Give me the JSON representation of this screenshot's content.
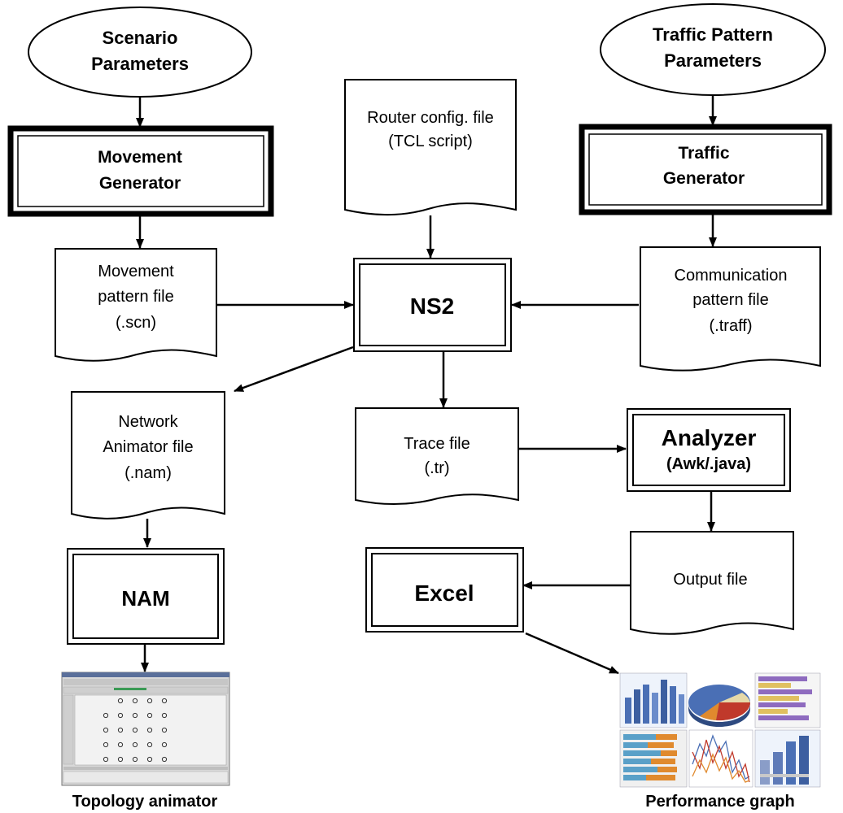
{
  "nodes": {
    "scenario_params": {
      "lines": [
        "Scenario",
        "Parameters"
      ]
    },
    "traffic_params": {
      "lines": [
        "Traffic Pattern",
        "Parameters"
      ]
    },
    "router_config": {
      "lines": [
        "Router config. file",
        "(TCL script)"
      ]
    },
    "movement_generator": {
      "lines": [
        "Movement",
        "Generator"
      ]
    },
    "traffic_generator": {
      "lines": [
        "Traffic",
        "Generator"
      ]
    },
    "movement_pattern": {
      "lines": [
        "Movement",
        "pattern file",
        "(.scn)"
      ]
    },
    "ns2": {
      "lines": [
        "NS2"
      ]
    },
    "communication_pattern": {
      "lines": [
        "Communication",
        "pattern file",
        "(.traff)"
      ]
    },
    "network_animator": {
      "lines": [
        "Network",
        "Animator file",
        "(.nam)"
      ]
    },
    "trace_file": {
      "lines": [
        "Trace file",
        "(.tr)"
      ]
    },
    "analyzer": {
      "lines": [
        "Analyzer",
        "(Awk/.java)"
      ]
    },
    "nam": {
      "lines": [
        "NAM"
      ]
    },
    "output_file": {
      "lines": [
        "Output file"
      ]
    },
    "excel": {
      "lines": [
        "Excel"
      ]
    }
  },
  "images": {
    "topology_caption": "Topology animator",
    "performance_caption": "Performance graph"
  },
  "colors": {
    "line": "#000000",
    "nam_window": "#d9d9d9",
    "nam_canvas": "#f2f2f2",
    "chart_blue": "#4a6fb5",
    "chart_red": "#c0392b",
    "chart_orange": "#e08a2e",
    "chart_purple": "#8e6bbf"
  }
}
